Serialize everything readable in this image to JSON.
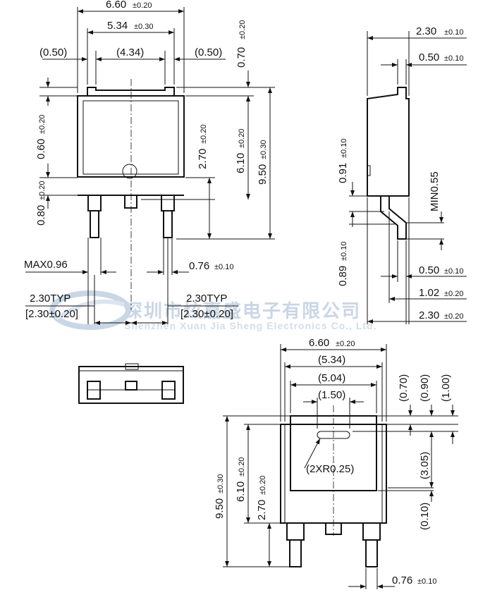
{
  "watermark": {
    "cn": "深圳市炫嘉盛电子有限公司",
    "en": "Shenzhen Xuan Jia Sheng Electronics Co., Ltd."
  },
  "front_view": {
    "w660": "6.60",
    "w660_tol": "±0.20",
    "w534": "5.34",
    "w534_tol": "±0.30",
    "w050_left": "(0.50)",
    "w434": "(4.34)",
    "w050_right": "(0.50)",
    "h070": "0.70",
    "h070_tol": "±0.20",
    "h060": "0.60",
    "h060_tol": "±0.20",
    "h080": "0.80",
    "h080_tol": "±0.20",
    "h270": "2.70",
    "h270_tol": "±0.20",
    "h610": "6.10",
    "h610_tol": "±0.20",
    "h950": "9.50",
    "h950_tol": "±0.30",
    "max096": "MAX0.96",
    "w076": "0.76",
    "w076_tol": "±0.10",
    "pitch_left": "2.30TYP",
    "pitch_left_sub": "[2.30±0.20]",
    "pitch_right": "2.30TYP",
    "pitch_right_sub": "[2.30±0.20]"
  },
  "side_view": {
    "t230": "2.30",
    "t230_tol": "±0.10",
    "t050": "0.50",
    "t050_tol": "±0.10",
    "h091": "0.91",
    "h091_tol": "±0.10",
    "min055": "MIN0.55",
    "h089": "0.89",
    "h089_tol": "±0.10",
    "b050": "0.50",
    "b050_tol": "±0.10",
    "b102": "1.02",
    "b102_tol": "±0.20",
    "b230": "2.30",
    "b230_tol": "±0.20"
  },
  "bottom_view": {
    "w660": "6.60",
    "w660_tol": "±0.20",
    "w534": "(5.34)",
    "w504": "(5.04)",
    "w150": "(1.50)",
    "r025": "(2XR0.25)",
    "h070": "(0.70)",
    "h090": "(0.90)",
    "h100": "(1.00)",
    "h305": "(3.05)",
    "h010": "(0.10)",
    "h950": "9.50",
    "h950_tol": "±0.30",
    "h610": "6.10",
    "h610_tol": "±0.20",
    "h270": "2.70",
    "h270_tol": "±0.20",
    "w076": "0.76",
    "w076_tol": "±0.10"
  }
}
